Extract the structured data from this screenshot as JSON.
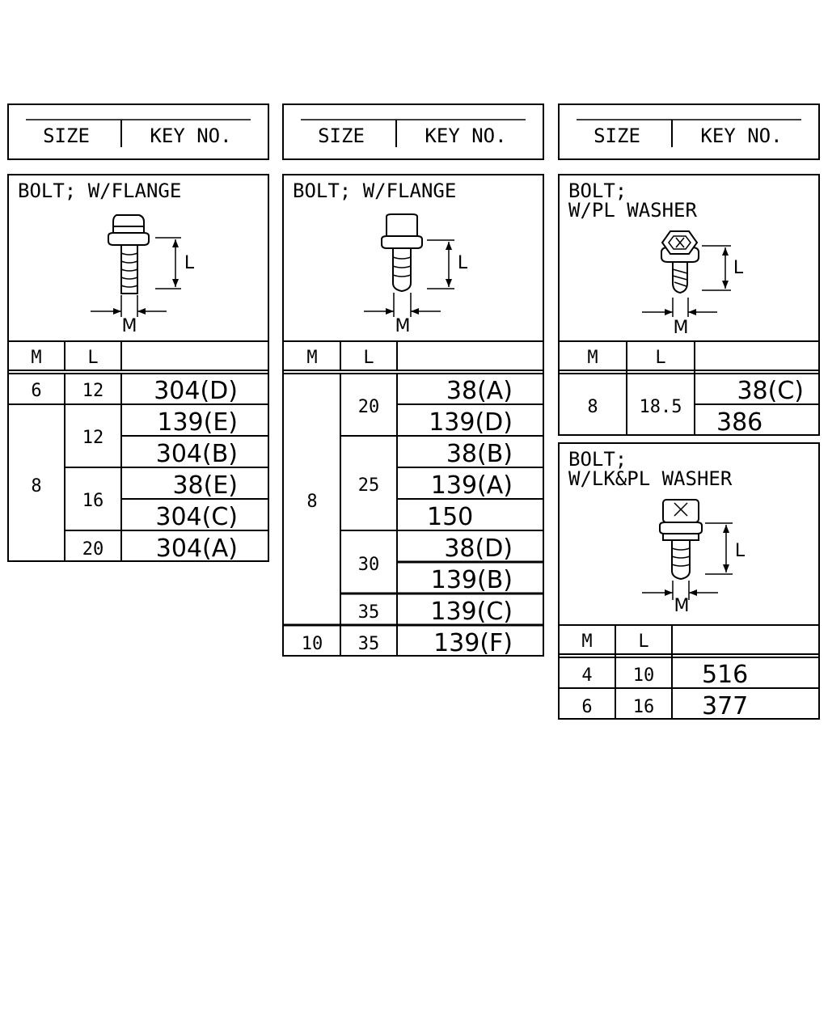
{
  "header": {
    "size_label": "SIZE",
    "key_label": "KEY NO."
  },
  "columns": {
    "m_label": "M",
    "l_label": "L"
  },
  "panels": {
    "p1": {
      "title": "BOLT; W/FLANGE",
      "dim_l": "L",
      "dim_m": "M",
      "rows": [
        {
          "m": "6",
          "l": "12",
          "key": "304(D)"
        },
        {
          "m": "8",
          "l": "12",
          "key": "139(E)"
        },
        {
          "m": "8",
          "l": "12",
          "key": "304(B)"
        },
        {
          "m": "8",
          "l": "16",
          "key": "38(E)"
        },
        {
          "m": "8",
          "l": "16",
          "key": "304(C)"
        },
        {
          "m": "8",
          "l": "20",
          "key": "304(A)"
        }
      ]
    },
    "p2": {
      "title": "BOLT; W/FLANGE",
      "dim_l": "L",
      "dim_m": "M",
      "rows": [
        {
          "m": "8",
          "l": "20",
          "key": "38(A)"
        },
        {
          "m": "8",
          "l": "20",
          "key": "139(D)"
        },
        {
          "m": "8",
          "l": "25",
          "key": "38(B)"
        },
        {
          "m": "8",
          "l": "25",
          "key": "139(A)"
        },
        {
          "m": "8",
          "l": "25",
          "key": "150"
        },
        {
          "m": "8",
          "l": "30",
          "key": "38(D)"
        },
        {
          "m": "8",
          "l": "30",
          "key": "139(B)"
        },
        {
          "m": "8",
          "l": "35",
          "key": "139(C)"
        },
        {
          "m": "10",
          "l": "35",
          "key": "139(F)"
        }
      ]
    },
    "p3": {
      "title_line1": "BOLT;",
      "title_line2": "W/PL WASHER",
      "dim_l": "L",
      "dim_m": "M",
      "rows": [
        {
          "m": "8",
          "l": "18.5",
          "key": "38(C)"
        },
        {
          "m": "8",
          "l": "18.5",
          "key": "386"
        }
      ]
    },
    "p4": {
      "title_line1": "BOLT;",
      "title_line2": "W/LK&PL WASHER",
      "dim_l": "L",
      "dim_m": "M",
      "rows": [
        {
          "m": "4",
          "l": "10",
          "key": "516"
        },
        {
          "m": "6",
          "l": "16",
          "key": "377"
        }
      ]
    }
  }
}
